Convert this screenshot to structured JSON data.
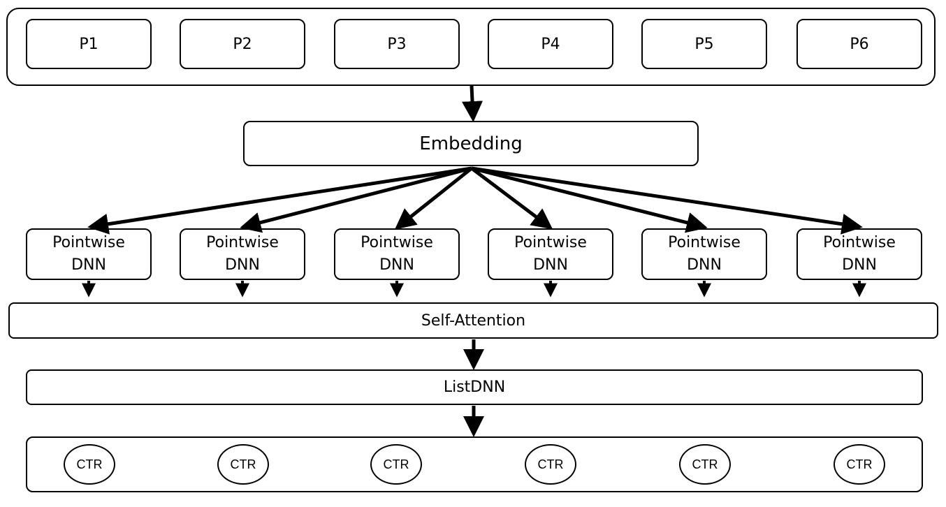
{
  "inputs": [
    "P1",
    "P2",
    "P3",
    "P4",
    "P5",
    "P6"
  ],
  "embedding": {
    "label": "Embedding"
  },
  "pointwise": [
    {
      "line1": "Pointwise",
      "line2": "DNN"
    },
    {
      "line1": "Pointwise",
      "line2": "DNN"
    },
    {
      "line1": "Pointwise",
      "line2": "DNN"
    },
    {
      "line1": "Pointwise",
      "line2": "DNN"
    },
    {
      "line1": "Pointwise",
      "line2": "DNN"
    },
    {
      "line1": "Pointwise",
      "line2": "DNN"
    }
  ],
  "self_attention": {
    "label": "Self-Attention"
  },
  "list_dnn": {
    "label": "ListDNN"
  },
  "outputs": [
    "CTR",
    "CTR",
    "CTR",
    "CTR",
    "CTR",
    "CTR"
  ]
}
